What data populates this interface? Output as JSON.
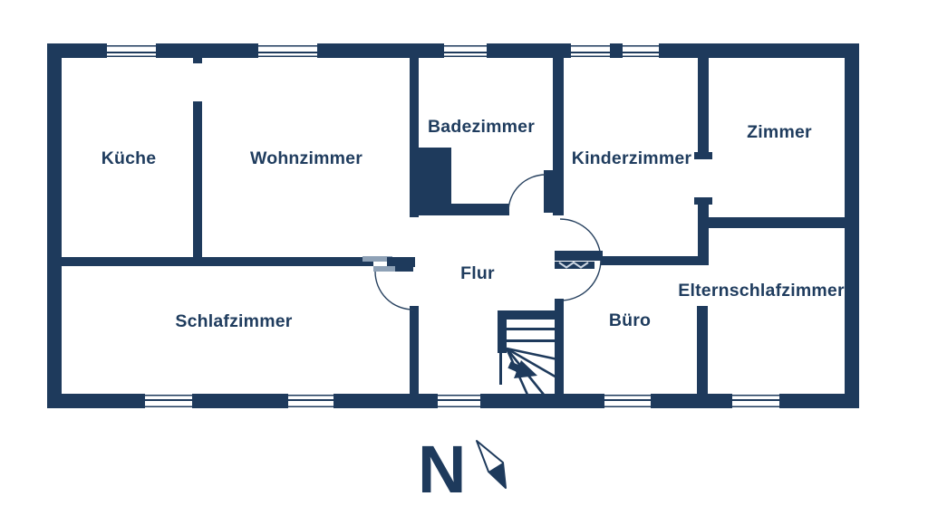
{
  "floorplan": {
    "background_color": "#ffffff",
    "wall_color": "#1e3a5c",
    "door_leaf_color": "#8ea1b6",
    "rooms": [
      {
        "id": "kueche",
        "label": "Küche"
      },
      {
        "id": "wohnzimmer",
        "label": "Wohnzimmer"
      },
      {
        "id": "badezimmer",
        "label": "Badezimmer"
      },
      {
        "id": "kinderzimmer",
        "label": "Kinderzimmer"
      },
      {
        "id": "zimmer",
        "label": "Zimmer"
      },
      {
        "id": "schlafzimmer",
        "label": "Schlafzimmer"
      },
      {
        "id": "flur",
        "label": "Flur"
      },
      {
        "id": "buero",
        "label": "Büro"
      },
      {
        "id": "elternschlafzimmer",
        "label": "Elternschlafzimmer"
      }
    ],
    "compass": {
      "letter": "N",
      "needle_icon": "compass-needle-icon"
    },
    "features": {
      "stairs": "winder-staircase-with-direction-arrow",
      "windows_top_wall": 5,
      "windows_bottom_wall": 5,
      "door_swing_arcs": 4
    }
  }
}
